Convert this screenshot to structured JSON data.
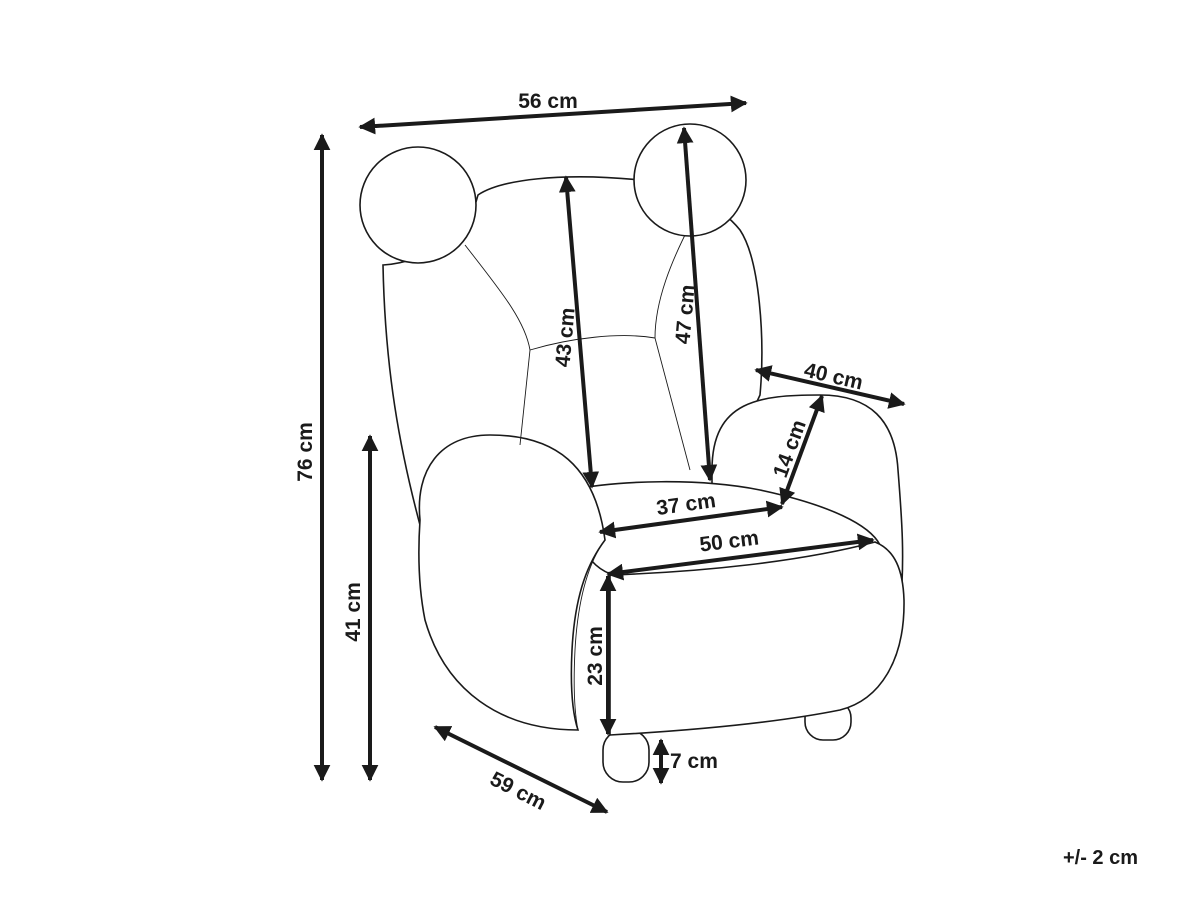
{
  "dimensions": {
    "width": "56 cm",
    "total_height": "76 cm",
    "seat_height": "41 cm",
    "backrest_height": "43 cm",
    "back_with_ear_height": "47 cm",
    "armrest_length": "40 cm",
    "armrest_height": "14 cm",
    "seat_depth": "37 cm",
    "seat_width": "50 cm",
    "seat_cushion_height": "23 cm",
    "leg_height": "7 cm",
    "depth": "59 cm"
  },
  "tolerance": "+/- 2 cm",
  "colors": {
    "line": "#1a1a1a",
    "background": "#ffffff"
  }
}
